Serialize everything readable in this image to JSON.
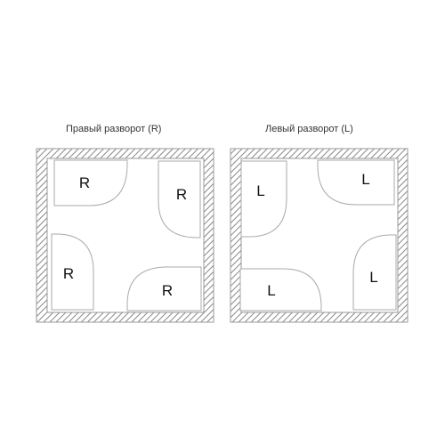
{
  "panels": [
    {
      "caption": "Правый разворот (R)",
      "shapes": [
        {
          "letter": "R",
          "rounded_corner": "bottom-right"
        },
        {
          "letter": "R",
          "rounded_corner": "bottom-left"
        },
        {
          "letter": "R",
          "rounded_corner": "top-right"
        },
        {
          "letter": "R",
          "rounded_corner": "top-left"
        }
      ]
    },
    {
      "caption": "Левый разворот (L)",
      "shapes": [
        {
          "letter": "L",
          "rounded_corner": "bottom-right"
        },
        {
          "letter": "L",
          "rounded_corner": "bottom-left"
        },
        {
          "letter": "L",
          "rounded_corner": "top-right"
        },
        {
          "letter": "L",
          "rounded_corner": "top-left"
        }
      ]
    }
  ],
  "colors": {
    "hatch": "#888888",
    "outline": "#aaaaaa",
    "fill": "#ffffff",
    "text": "#111111"
  }
}
